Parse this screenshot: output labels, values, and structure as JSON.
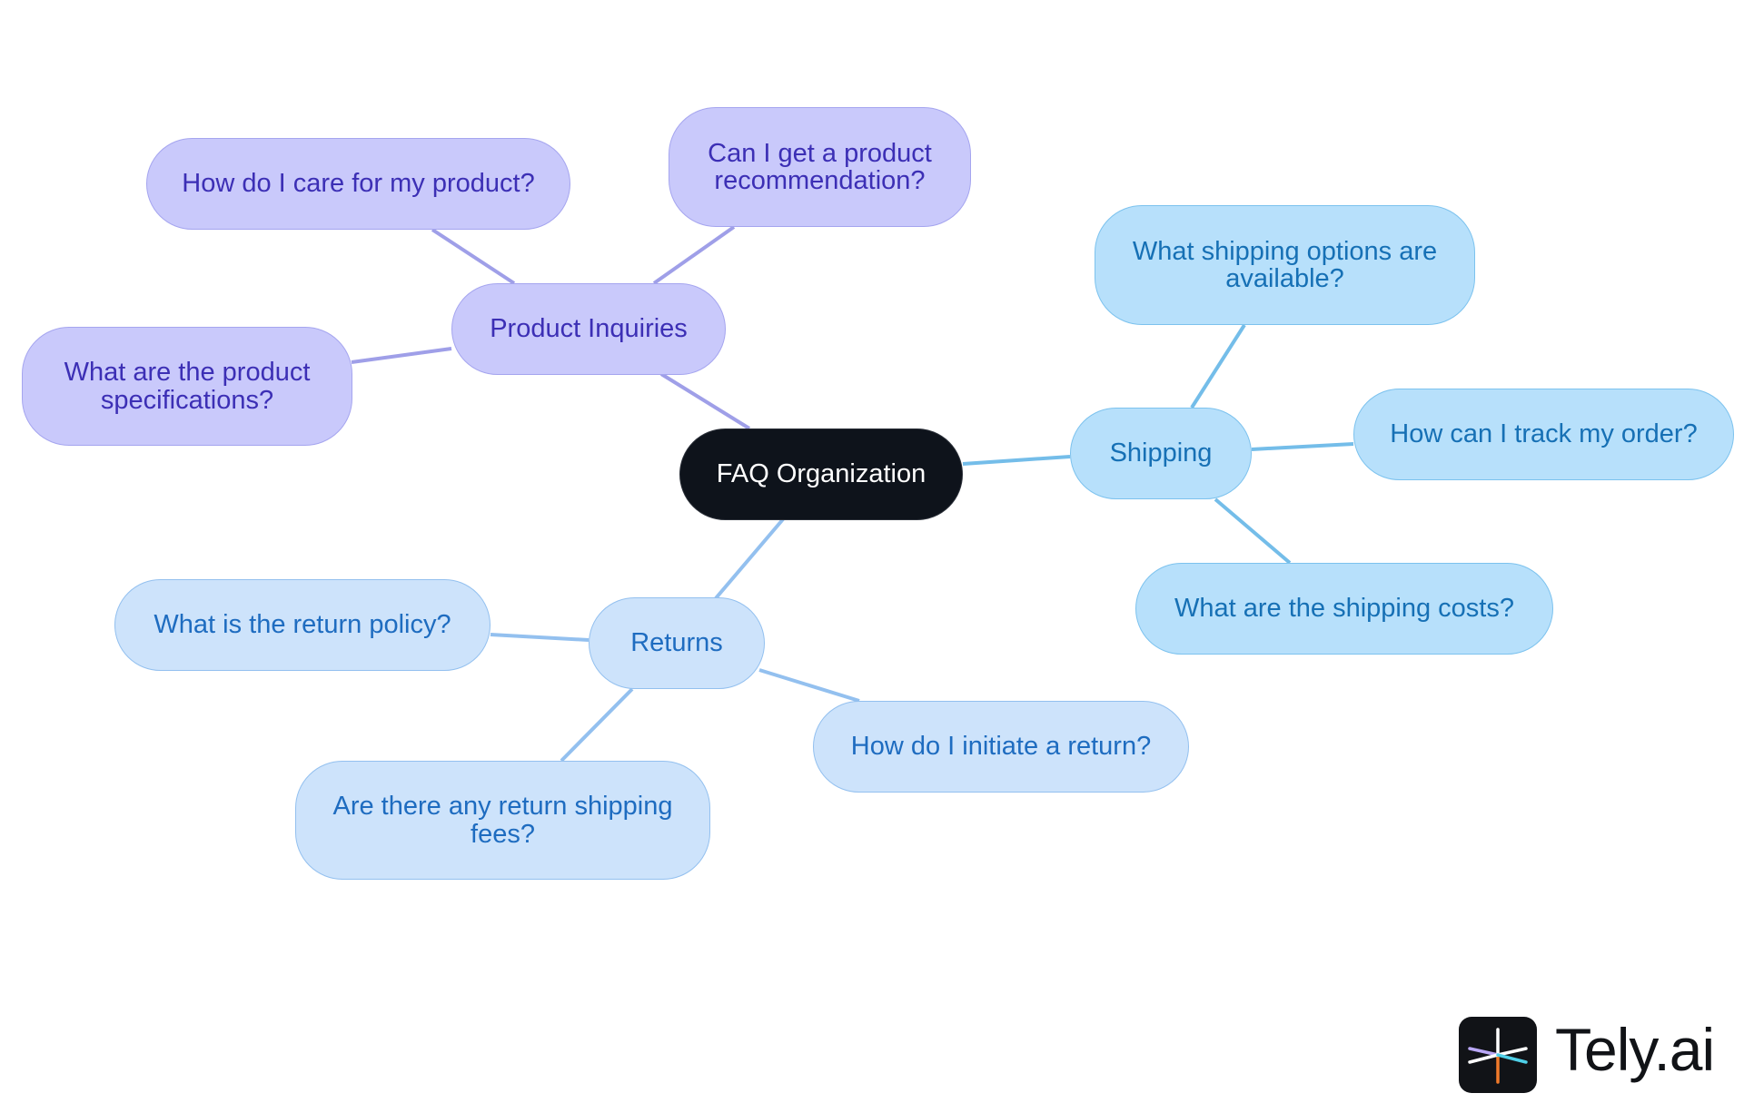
{
  "root": {
    "label": "FAQ Organization"
  },
  "branches": {
    "product": {
      "label": "Product Inquiries",
      "children": [
        "How do I care for my product?",
        "Can I get a product recommendation?",
        "What are the product specifications?"
      ]
    },
    "shipping": {
      "label": "Shipping",
      "children": [
        "What shipping options are available?",
        "How can I track my order?",
        "What are the shipping costs?"
      ]
    },
    "returns": {
      "label": "Returns",
      "children": [
        "What is the return policy?",
        "How do I initiate a return?",
        "Are there any return shipping fees?"
      ]
    }
  },
  "colors": {
    "root": "#0e131b",
    "product": "#c9c9fb",
    "product_edge": "#9f9fe8",
    "shipping": "#b7e0fb",
    "shipping_edge": "#74bde9",
    "returns": "#cde3fb",
    "returns_edge": "#93c0ef"
  },
  "logo": {
    "text": "Tely.ai",
    "icon": "tely-logo-icon"
  }
}
